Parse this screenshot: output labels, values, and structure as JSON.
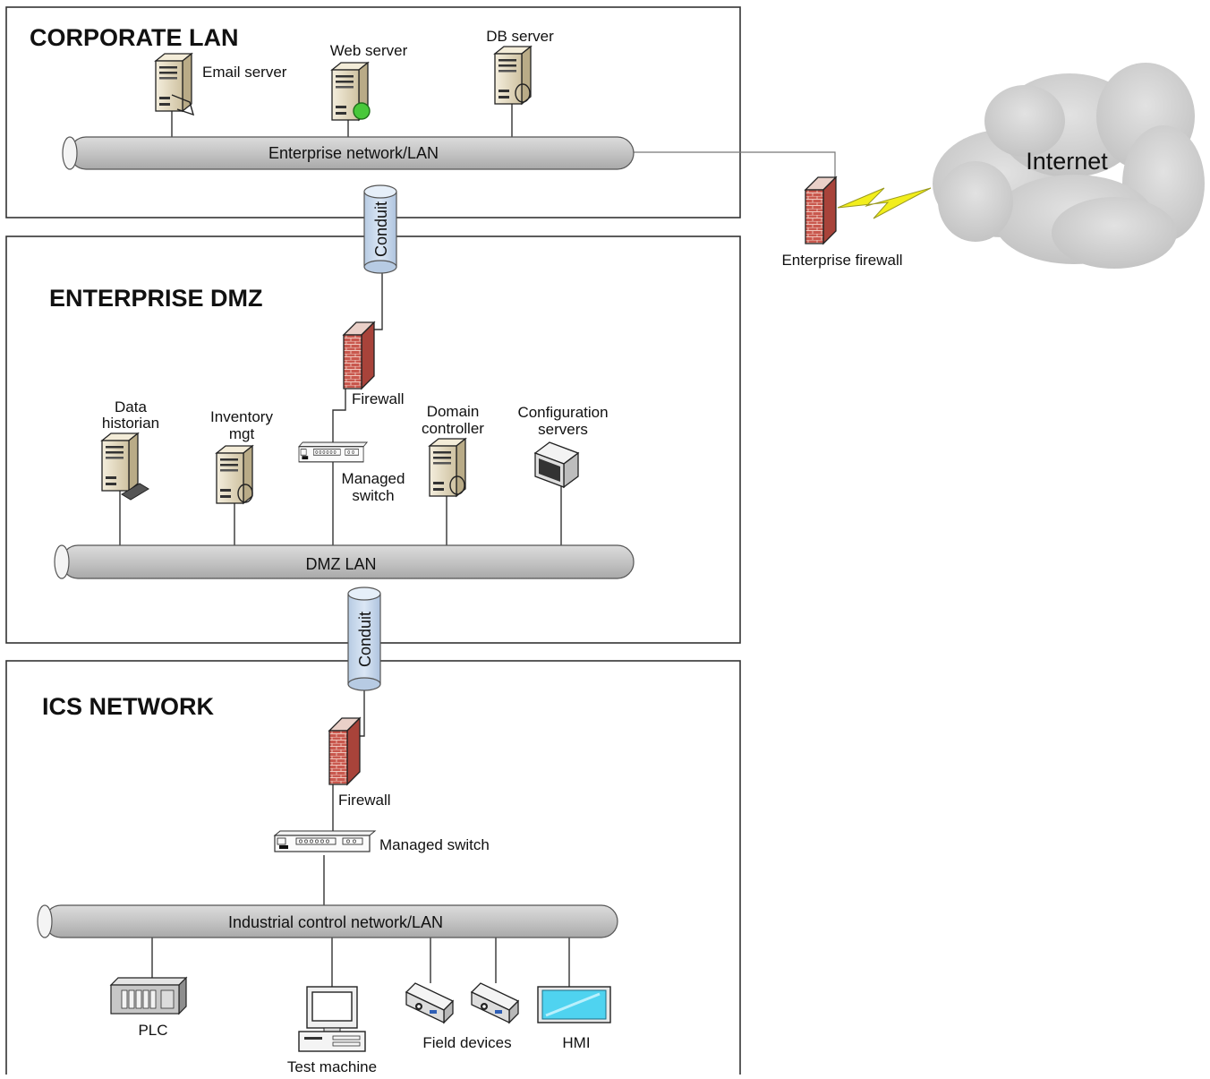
{
  "zones": {
    "corporate": {
      "title": "CORPORATE LAN"
    },
    "dmz": {
      "title": "ENTERPRISE DMZ"
    },
    "ics": {
      "title": "ICS NETWORK"
    }
  },
  "buses": {
    "enterprise": "Enterprise network/LAN",
    "dmz": "DMZ LAN",
    "industrial": "Industrial control network/LAN"
  },
  "conduits": {
    "upper": "Conduit",
    "lower": "Conduit"
  },
  "internet": {
    "label": "Internet",
    "firewall": "Enterprise firewall"
  },
  "corporate_nodes": {
    "email": "Email server",
    "web": "Web server",
    "db": "DB server"
  },
  "dmz_nodes": {
    "firewall": "Firewall",
    "historian": [
      "Data",
      "historian"
    ],
    "inventory": [
      "Inventory",
      "mgt"
    ],
    "switch": [
      "Managed",
      "switch"
    ],
    "domain": [
      "Domain",
      "controller"
    ],
    "config": [
      "Configuration",
      "servers"
    ]
  },
  "ics_nodes": {
    "firewall": "Firewall",
    "switch": "Managed switch",
    "plc": "PLC",
    "test": "Test machine",
    "field": "Field devices",
    "hmi": "HMI"
  },
  "colors": {
    "bus": "#c6c6c6",
    "conduit": "#c9d9ec",
    "firewall_brick": "#c8534a",
    "server_body": "#e6dcc4",
    "lightning": "#f2ee1c",
    "cloud": "#d3d3d3"
  }
}
